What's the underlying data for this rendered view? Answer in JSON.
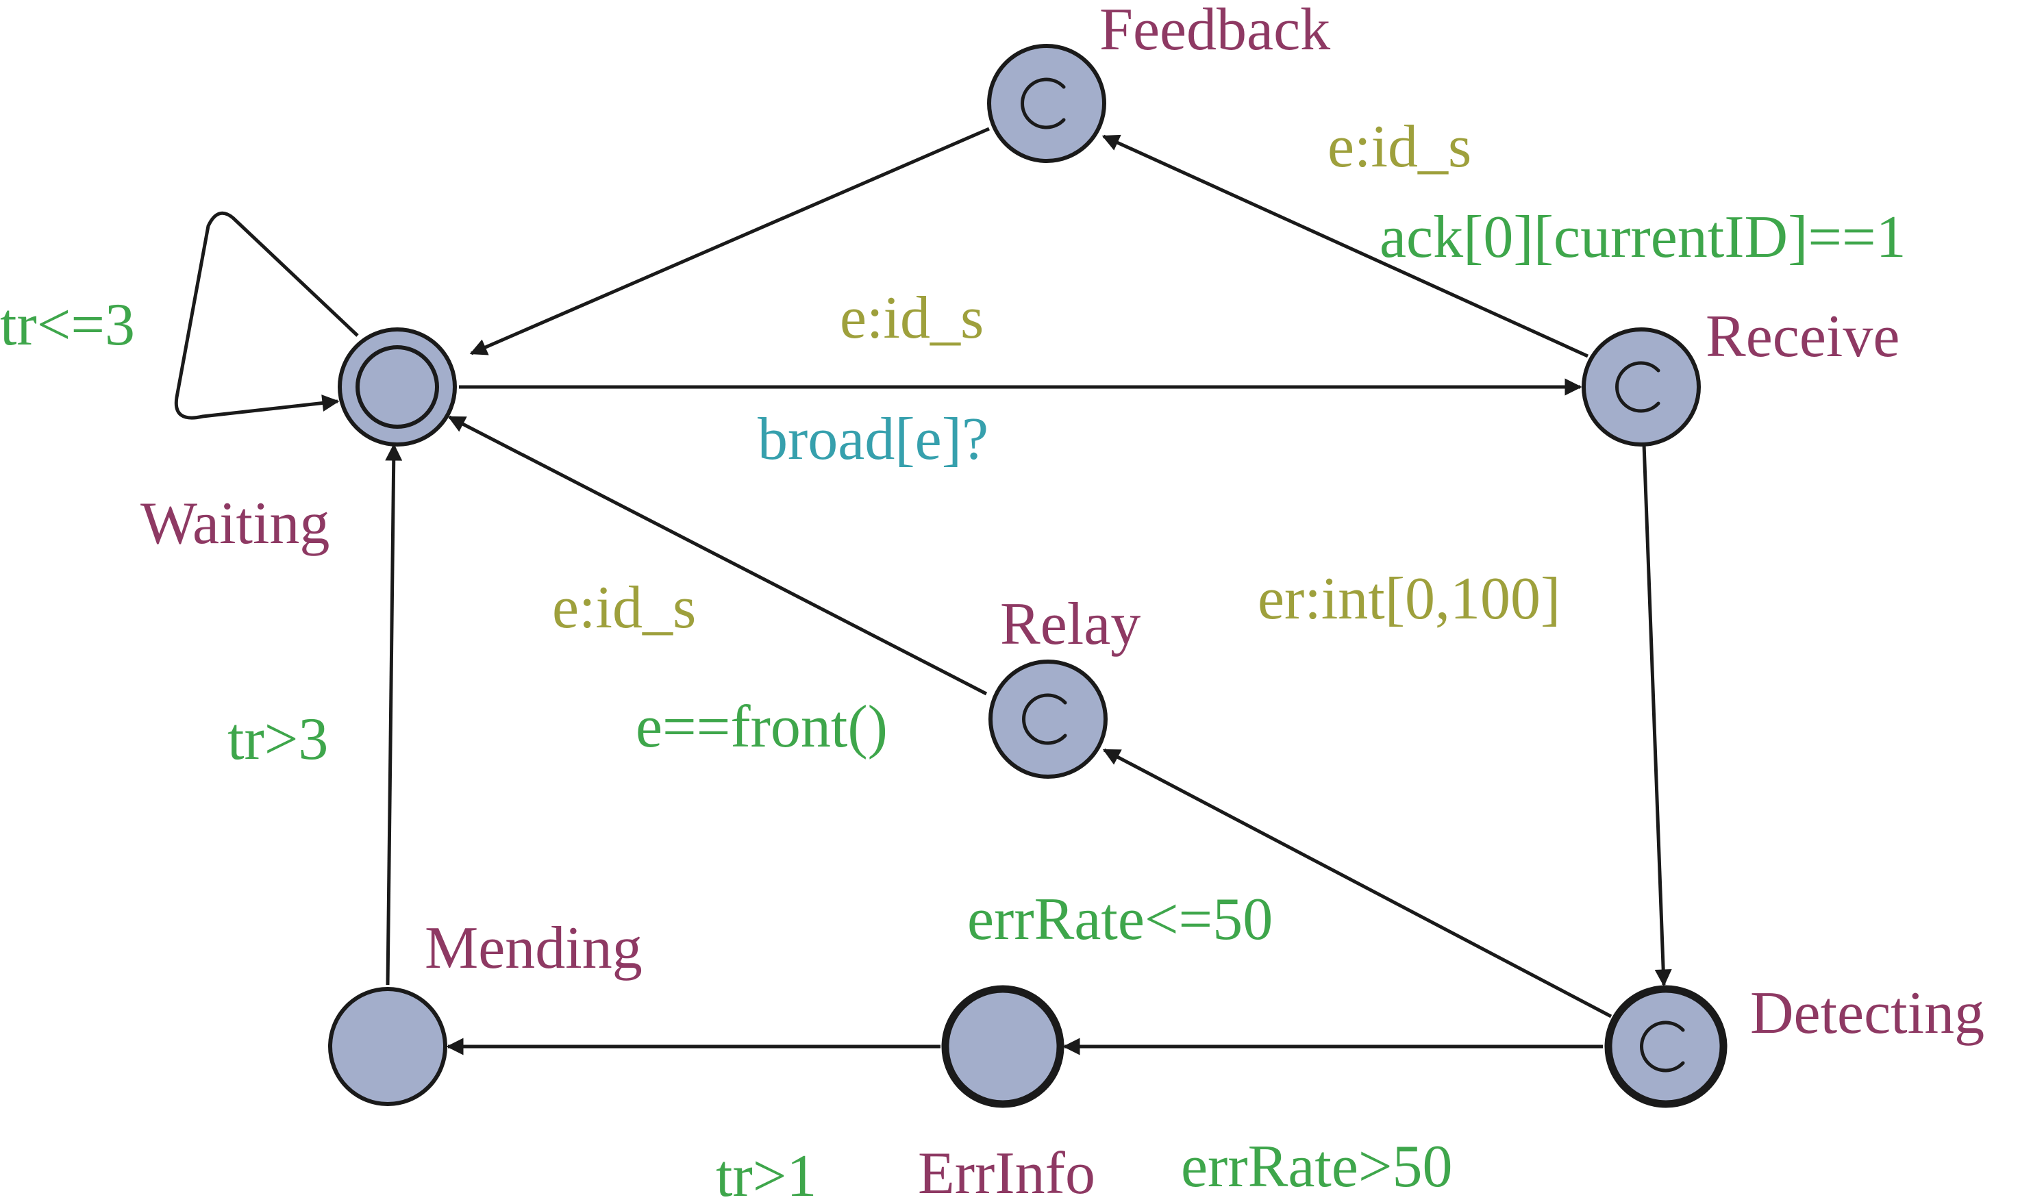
{
  "diagram": {
    "type": "timed-automaton",
    "colors": {
      "location_fill": "#a3aecb",
      "location_stroke": "#1a1a1a",
      "state_name": "#8e3963",
      "select": "#9ea03c",
      "guard": "#3ea64b",
      "sync": "#36a0ad"
    },
    "locations": {
      "waiting": {
        "name": "Waiting",
        "kind": "initial"
      },
      "feedback": {
        "name": "Feedback",
        "kind": "committed"
      },
      "receive": {
        "name": "Receive",
        "kind": "committed"
      },
      "relay": {
        "name": "Relay",
        "kind": "committed"
      },
      "detecting": {
        "name": "Detecting",
        "kind": "committed"
      },
      "errinfo": {
        "name": "ErrInfo",
        "kind": "normal"
      },
      "mending": {
        "name": "Mending",
        "kind": "normal"
      }
    },
    "edges": {
      "waiting_self": {
        "from": "Waiting",
        "to": "Waiting",
        "guard": "tr<=3"
      },
      "feedback_waiting": {
        "from": "Feedback",
        "to": "Waiting"
      },
      "receive_feedback": {
        "from": "Receive",
        "to": "Feedback",
        "select": "e:id_s",
        "guard": "ack[0][currentID]==1"
      },
      "waiting_receive": {
        "from": "Waiting",
        "to": "Receive",
        "select": "e:id_s",
        "sync": "broad[e]?"
      },
      "relay_waiting": {
        "from": "Relay",
        "to": "Waiting",
        "select": "e:id_s",
        "guard": "e==front()"
      },
      "receive_detecting": {
        "from": "Receive",
        "to": "Detecting",
        "select": "er:int[0,100]"
      },
      "detecting_relay": {
        "from": "Detecting",
        "to": "Relay",
        "guard": "errRate<=50"
      },
      "detecting_errinfo": {
        "from": "Detecting",
        "to": "ErrInfo",
        "guard": "errRate>50"
      },
      "errinfo_mending": {
        "from": "ErrInfo",
        "to": "Mending",
        "guard": "tr>1"
      },
      "mending_waiting": {
        "from": "Mending",
        "to": "Waiting",
        "guard": "tr>3"
      }
    }
  }
}
